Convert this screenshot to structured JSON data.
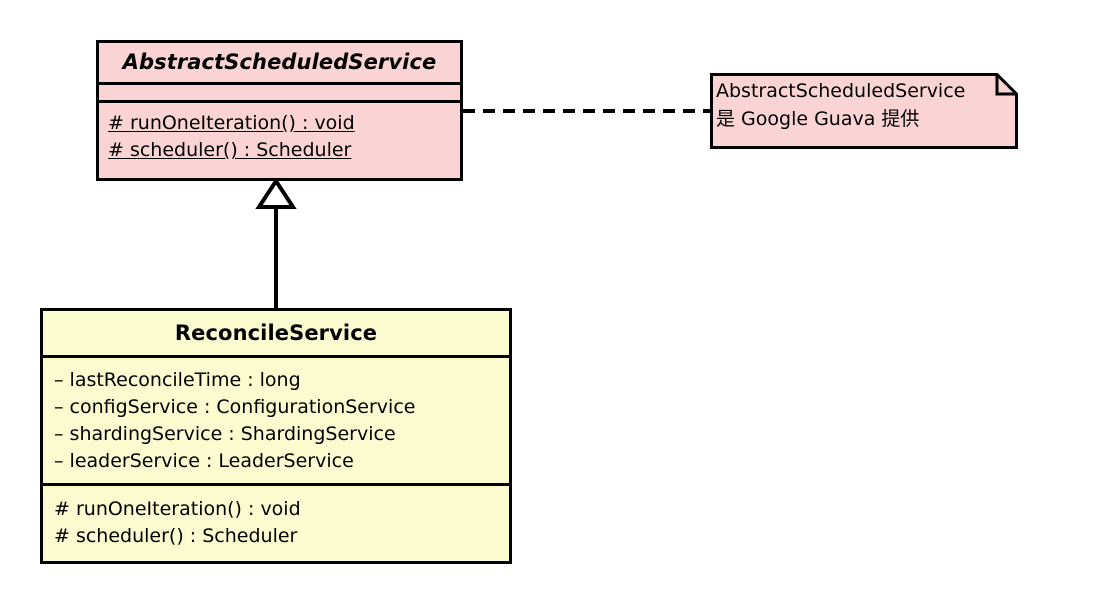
{
  "diagram": {
    "title": "ReconcileService UML class diagram",
    "type": "uml-class-diagram",
    "background_color": "#ffffff"
  },
  "abstract_class": {
    "name": "AbstractScheduledService",
    "stereotype": "abstract",
    "fill_color": "#fad4d4",
    "border_color": "#000000",
    "attributes": [],
    "operations": [
      {
        "visibility": "#",
        "text": "# runOneIteration() : void",
        "abstract": true
      },
      {
        "visibility": "#",
        "text": "# scheduler() : Scheduler",
        "abstract": true
      }
    ]
  },
  "concrete_class": {
    "name": "ReconcileService",
    "fill_color": "#fbfbd0",
    "border_color": "#000000",
    "attributes": [
      {
        "visibility": "-",
        "text": "– lastReconcileTime : long"
      },
      {
        "visibility": "-",
        "text": "– configService : ConfigurationService"
      },
      {
        "visibility": "-",
        "text": "– shardingService : ShardingService"
      },
      {
        "visibility": "-",
        "text": "– leaderService : LeaderService"
      }
    ],
    "operations": [
      {
        "visibility": "#",
        "text": "# runOneIteration() : void"
      },
      {
        "visibility": "#",
        "text": "# scheduler() : Scheduler"
      }
    ]
  },
  "note": {
    "text": "AbstractScheduledService\n是 Google Guava 提供",
    "fill_color": "#fad4d4",
    "border_color": "#000000"
  },
  "relationships": [
    {
      "kind": "generalization",
      "from": "ReconcileService",
      "to": "AbstractScheduledService",
      "line_style": "solid",
      "arrow": "hollow-triangle"
    },
    {
      "kind": "note-anchor",
      "from": "note",
      "to": "AbstractScheduledService",
      "line_style": "dashed",
      "arrow": "none"
    }
  ]
}
